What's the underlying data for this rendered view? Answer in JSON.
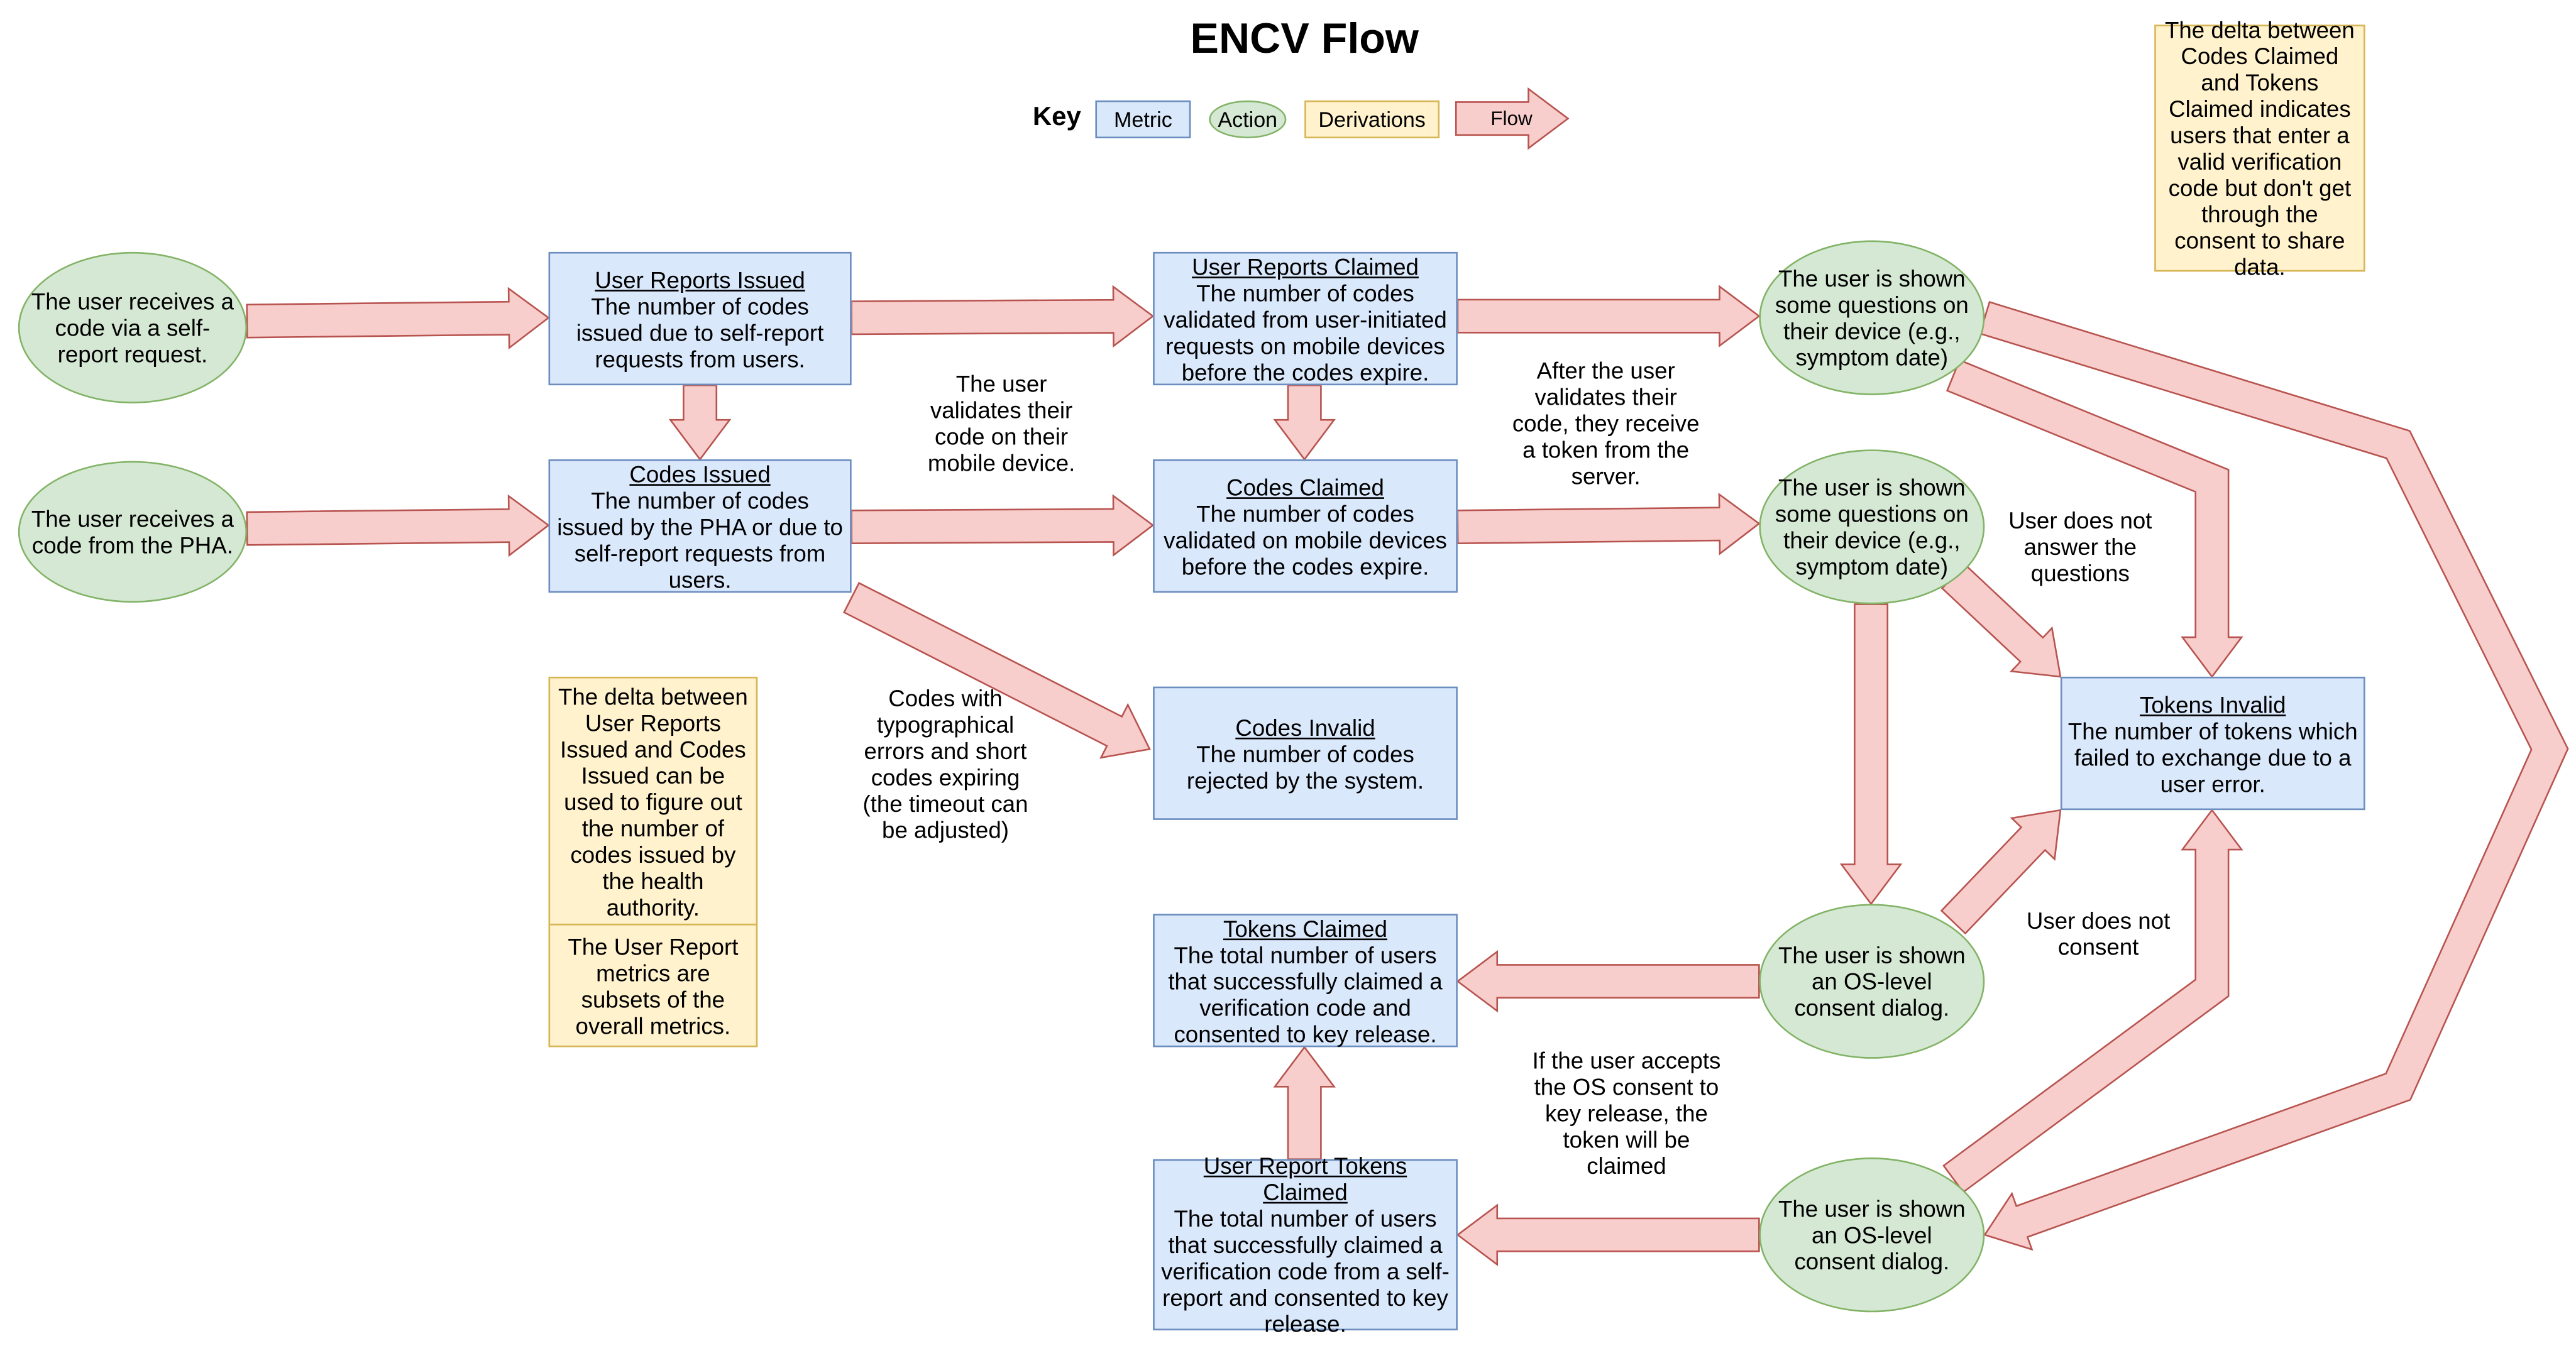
{
  "title": "ENCV Flow",
  "colors": {
    "metric_fill": "#dae8fc",
    "metric_stroke": "#6c8ebf",
    "action_fill": "#d5e8d4",
    "action_stroke": "#82b366",
    "derivation_fill": "#fff2cc",
    "derivation_stroke": "#d6b656",
    "flow_fill": "#f8cecc",
    "flow_stroke": "#b85450"
  },
  "key": {
    "label": "Key",
    "metric": "Metric",
    "action": "Action",
    "derivations": "Derivations",
    "flow": "Flow"
  },
  "metrics": {
    "user_reports_issued": {
      "title": "User Reports Issued",
      "desc": "The number of codes issued due to self-report requests from users."
    },
    "codes_issued": {
      "title": "Codes Issued",
      "desc": "The number of codes issued by the PHA or due to self-report requests from users."
    },
    "user_reports_claimed": {
      "title": "User Reports Claimed",
      "desc": "The number of codes validated from user-initiated requests on mobile devices before the codes expire."
    },
    "codes_claimed": {
      "title": "Codes Claimed",
      "desc": "The number of codes validated on mobile devices before the codes expire."
    },
    "codes_invalid": {
      "title": "Codes Invalid",
      "desc": "The number of codes rejected by the system."
    },
    "tokens_invalid": {
      "title": "Tokens Invalid",
      "desc": "The number of tokens which failed to exchange due to a user error."
    },
    "tokens_claimed": {
      "title": "Tokens Claimed",
      "desc": "The total number of users that successfully claimed a verification code and consented to key release."
    },
    "user_report_tokens_claimed": {
      "title": "User Report Tokens Claimed",
      "desc": "The total number of users that successfully claimed a verification code from a self-report and consented to key release."
    }
  },
  "actions": {
    "self_report": "The user receives a code via a self-report request.",
    "from_pha": "The user receives a code from the PHA.",
    "questions_top": "The user is shown some questions on their device (e.g., symptom date)",
    "questions_mid": "The user is shown some questions on their device (e.g., symptom date)",
    "consent_mid": "The user is shown an OS-level consent dialog.",
    "consent_bottom": "The user is shown an OS-level consent dialog."
  },
  "derivations": {
    "claimed_delta": "The delta between Codes Claimed and Tokens Claimed indicates users that enter a valid verification code but don't get through the consent to share data.",
    "issued_delta": "The delta between User Reports Issued and Codes Issued can be used to figure out the number of codes issued by the health authority.",
    "subsets": "The User Report metrics are subsets of the overall metrics."
  },
  "labels": {
    "validates": "The user validates their code on their mobile device.",
    "typographical": "Codes with typographical errors and short codes expiring (the timeout can be adjusted)",
    "after_validates": "After the user validates their code, they receive a token from the server.",
    "no_answer": "User does not answer the questions",
    "no_consent": "User does not consent",
    "accepts_consent": "If the user accepts the OS consent to key release, the token will be claimed"
  }
}
